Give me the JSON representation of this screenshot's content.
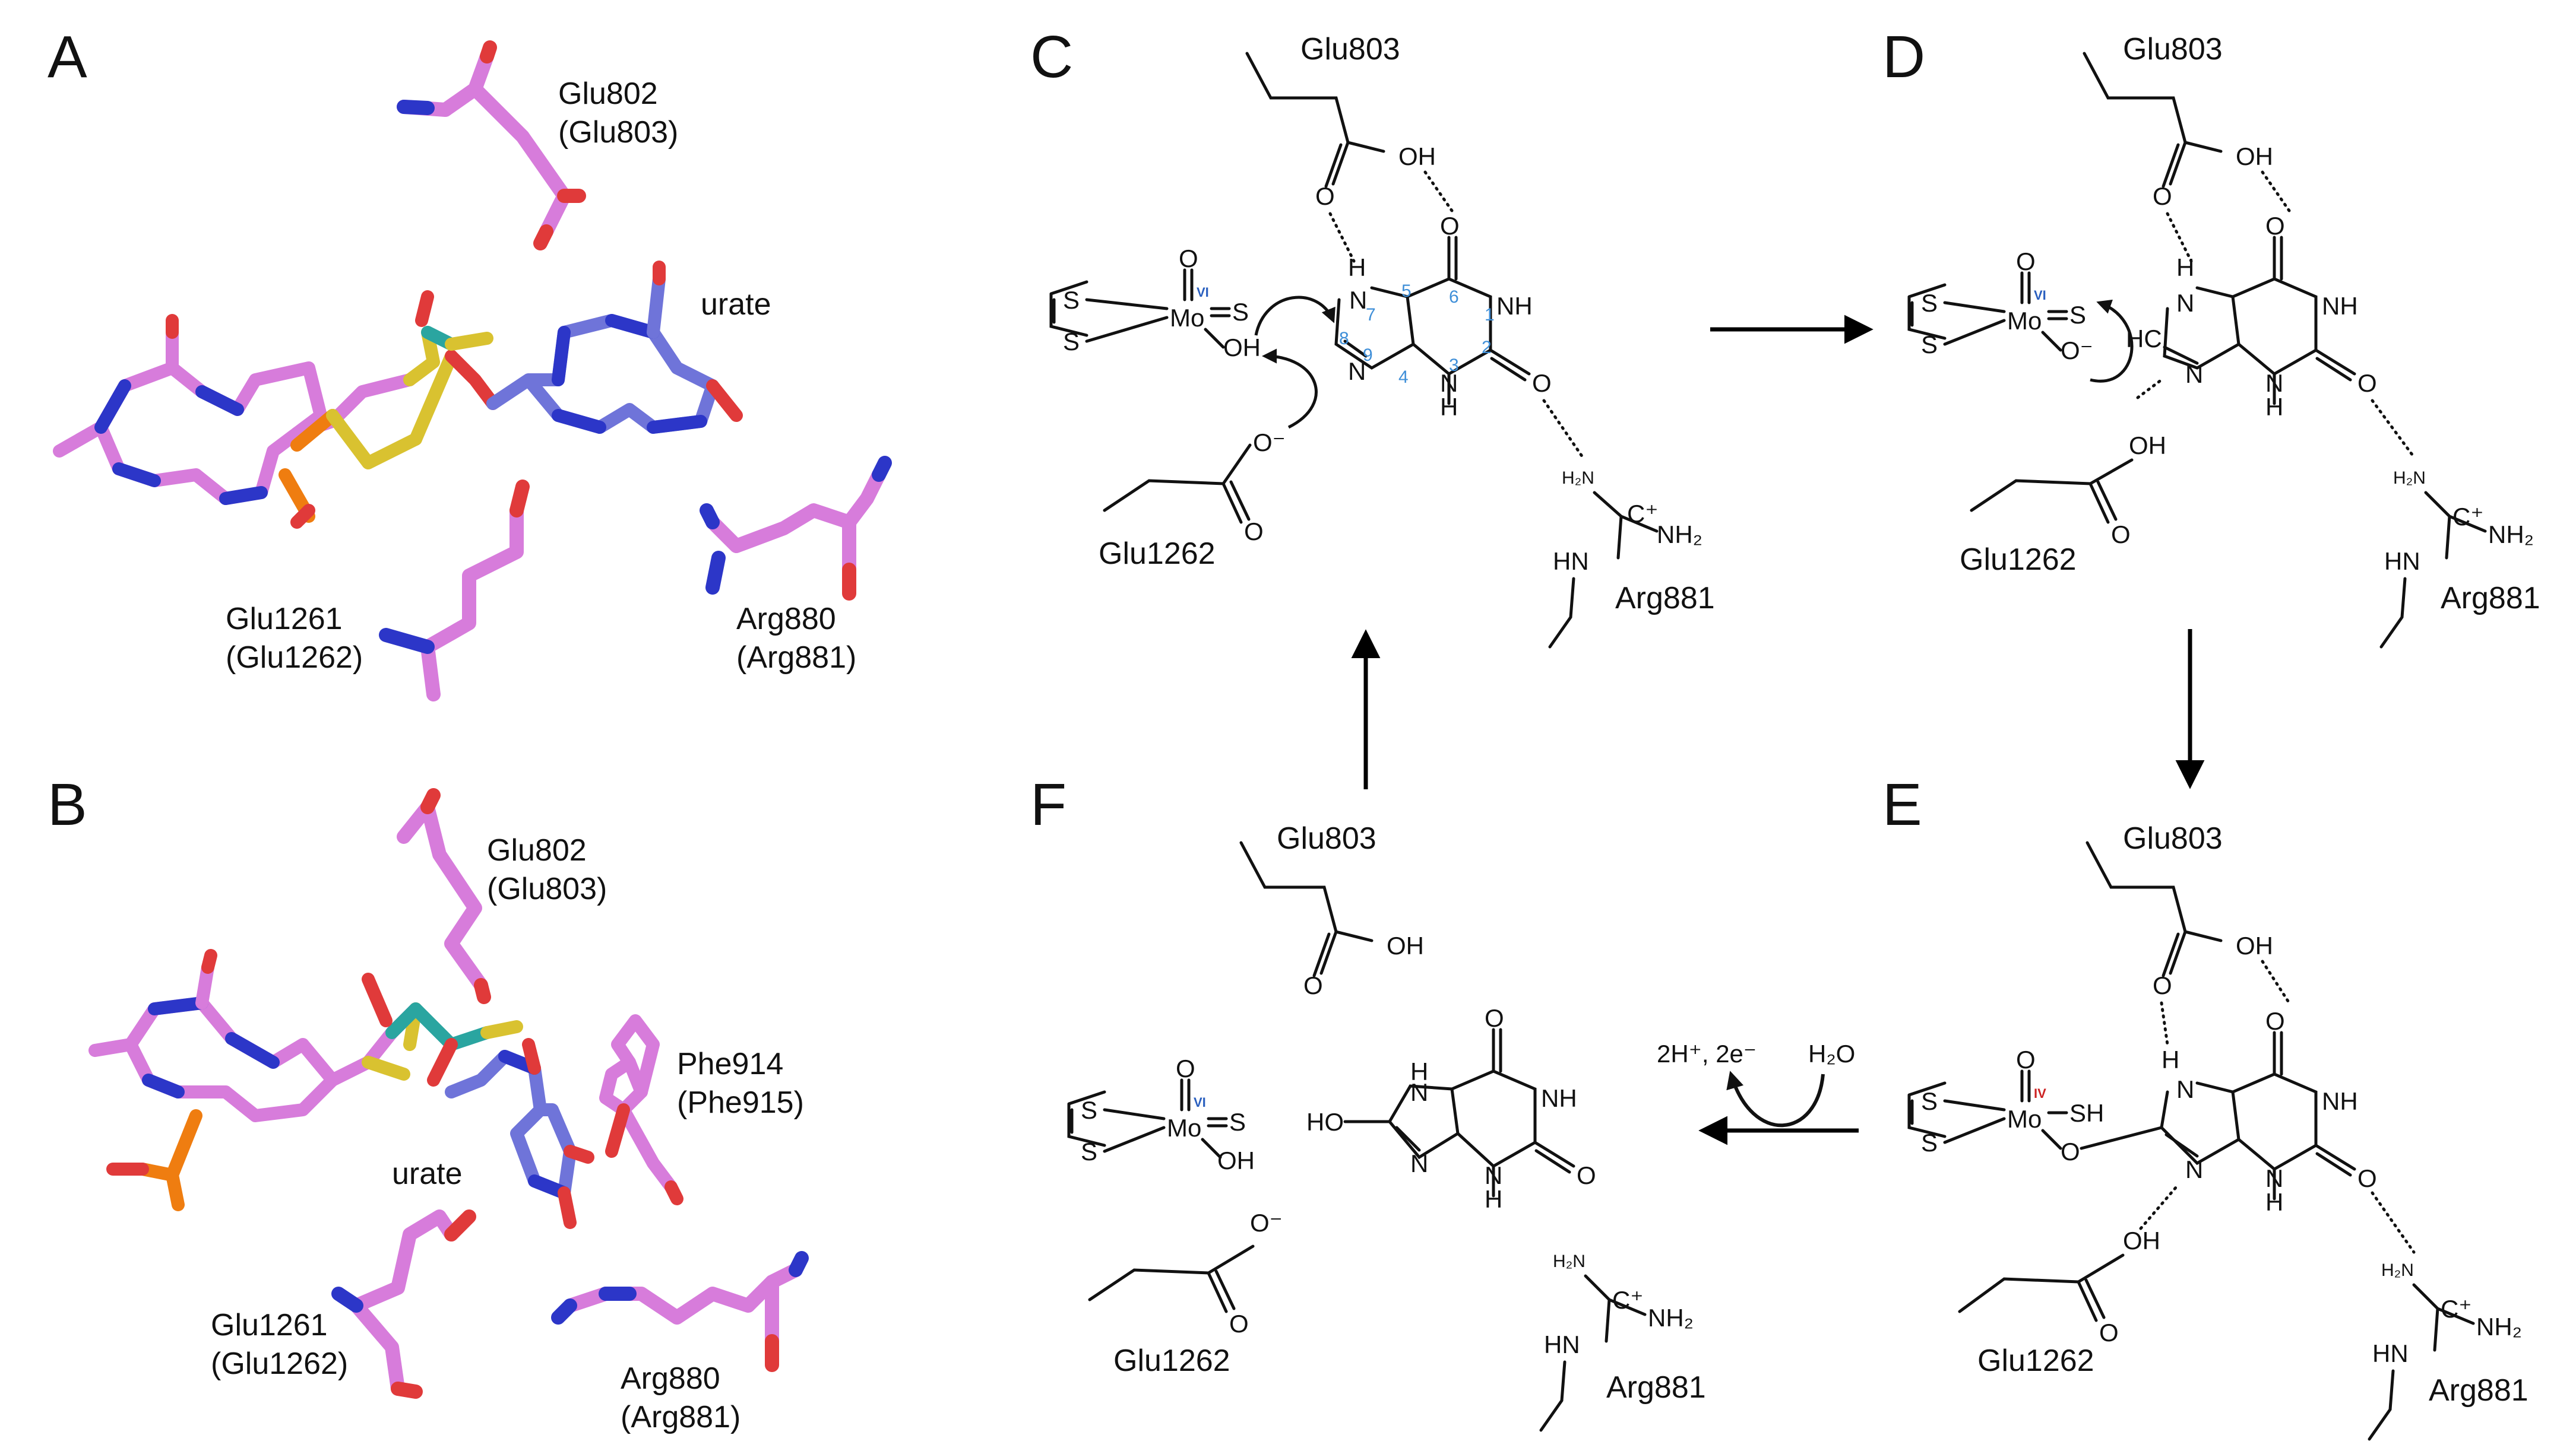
{
  "colors": {
    "carbon_stick": "#d77cdb",
    "nitrogen_stick": "#2c36c8",
    "oxygen_stick": "#e03a3a",
    "sulfur_stick": "#d9c230",
    "molybdenum_stick": "#2aa5a0",
    "phosphorus_stick": "#ef7d10",
    "urate_carbon_stick": "#6f74d9",
    "atom_number": "#3f8fd8",
    "oxidation_vi": "#2a5fbf",
    "oxidation_iv": "#cc2222"
  },
  "panels": {
    "A": {
      "letter": "A",
      "labels": {
        "glu802": "Glu802",
        "glu803": "(Glu803)",
        "urate": "urate",
        "glu1261": "Glu1261",
        "glu1262": "(Glu1262)",
        "arg880": "Arg880",
        "arg881": "(Arg881)"
      }
    },
    "B": {
      "letter": "B",
      "labels": {
        "glu802": "Glu802",
        "glu803": "(Glu803)",
        "phe914": "Phe914",
        "phe915": "(Phe915)",
        "urate": "urate",
        "glu1261": "Glu1261",
        "glu1262": "(Glu1262)",
        "arg880": "Arg880",
        "arg881": "(Arg881)"
      }
    },
    "C": {
      "letter": "C",
      "labels": {
        "glu803": "Glu803",
        "glu1262": "Glu1262",
        "arg881": "Arg881"
      },
      "oxidation_state": "VI",
      "atom_numbers": [
        "1",
        "2",
        "3",
        "4",
        "5",
        "6",
        "7",
        "8",
        "9"
      ]
    },
    "D": {
      "letter": "D",
      "labels": {
        "glu803": "Glu803",
        "glu1262": "Glu1262",
        "arg881": "Arg881"
      },
      "oxidation_state": "VI"
    },
    "E": {
      "letter": "E",
      "labels": {
        "glu803": "Glu803",
        "glu1262": "Glu1262",
        "arg881": "Arg881"
      },
      "oxidation_state": "IV"
    },
    "F": {
      "letter": "F",
      "labels": {
        "glu803": "Glu803",
        "glu1262": "Glu1262",
        "arg881": "Arg881"
      },
      "oxidation_state": "VI"
    }
  },
  "atoms": {
    "S": "S",
    "Mo": "Mo",
    "O": "O",
    "OH": "OH",
    "HO": "HO",
    "H": "H",
    "N": "N",
    "NH": "NH",
    "HN": "HN",
    "H2N": "H₂N",
    "NH2": "NH₂",
    "C_plus": "C⁺",
    "HC": "HC",
    "SH": "SH",
    "O_minus": "O⁻"
  },
  "arrows": {
    "release_products": "2H⁺, 2e⁻",
    "water": "H₂O"
  }
}
